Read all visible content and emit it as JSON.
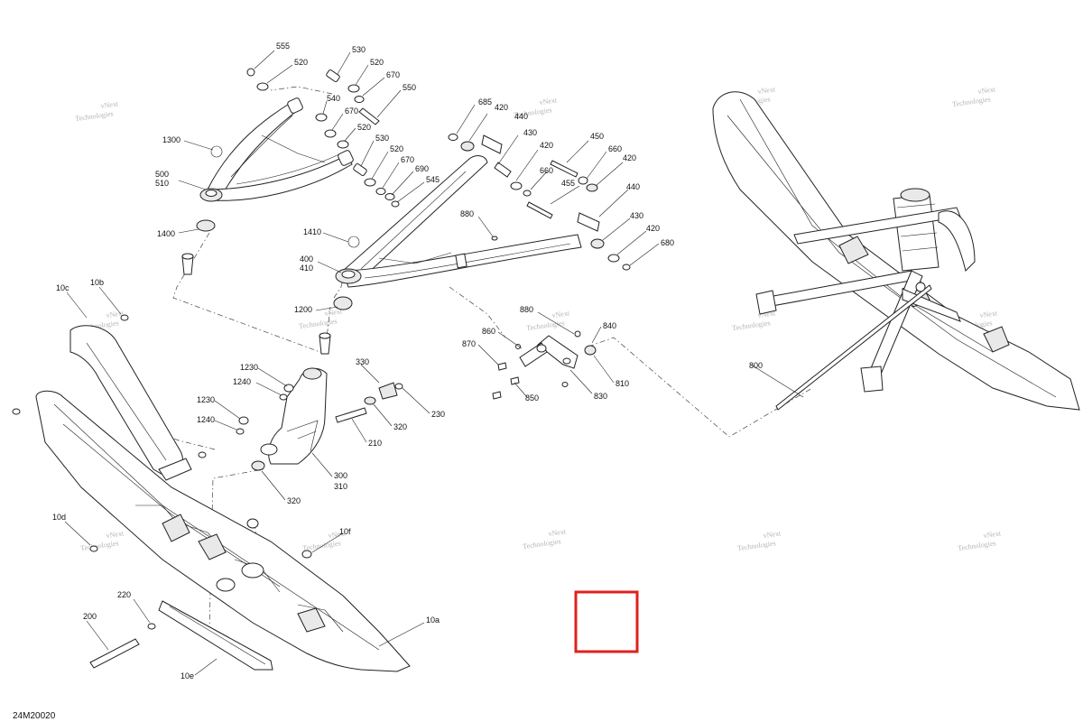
{
  "diagram": {
    "reference_code": "24M20020",
    "watermark": {
      "line1": "vNext",
      "line2": "Technologies"
    },
    "highlight_color": "#e0201c",
    "callouts": [
      {
        "id": "c555",
        "text": "555"
      },
      {
        "id": "c520a",
        "text": "520"
      },
      {
        "id": "c530a",
        "text": "530"
      },
      {
        "id": "c520b",
        "text": "520"
      },
      {
        "id": "c670a",
        "text": "670"
      },
      {
        "id": "c550",
        "text": "550"
      },
      {
        "id": "c540",
        "text": "540"
      },
      {
        "id": "c670b",
        "text": "670"
      },
      {
        "id": "c520c",
        "text": "520"
      },
      {
        "id": "c1300",
        "text": "1300"
      },
      {
        "id": "c530b",
        "text": "530"
      },
      {
        "id": "c520d",
        "text": "520"
      },
      {
        "id": "c670c",
        "text": "670"
      },
      {
        "id": "c690",
        "text": "690"
      },
      {
        "id": "c545",
        "text": "545"
      },
      {
        "id": "c500",
        "text": "500"
      },
      {
        "id": "c510",
        "text": "510"
      },
      {
        "id": "c1400",
        "text": "1400"
      },
      {
        "id": "c685",
        "text": "685"
      },
      {
        "id": "c420a",
        "text": "420"
      },
      {
        "id": "c440a",
        "text": "440"
      },
      {
        "id": "c430a",
        "text": "430"
      },
      {
        "id": "c420b",
        "text": "420"
      },
      {
        "id": "c450",
        "text": "450"
      },
      {
        "id": "c660a",
        "text": "660"
      },
      {
        "id": "c660b",
        "text": "660"
      },
      {
        "id": "c420c",
        "text": "420"
      },
      {
        "id": "c455",
        "text": "455"
      },
      {
        "id": "c440b",
        "text": "440"
      },
      {
        "id": "c880a",
        "text": "880"
      },
      {
        "id": "c430b",
        "text": "430"
      },
      {
        "id": "c420d",
        "text": "420"
      },
      {
        "id": "c680",
        "text": "680"
      },
      {
        "id": "c1410",
        "text": "1410"
      },
      {
        "id": "c400",
        "text": "400"
      },
      {
        "id": "c410",
        "text": "410"
      },
      {
        "id": "c1200",
        "text": "1200"
      },
      {
        "id": "c880b",
        "text": "880"
      },
      {
        "id": "c840",
        "text": "840"
      },
      {
        "id": "c860",
        "text": "860"
      },
      {
        "id": "c870",
        "text": "870"
      },
      {
        "id": "c810",
        "text": "810"
      },
      {
        "id": "c830",
        "text": "830"
      },
      {
        "id": "c850",
        "text": "850"
      },
      {
        "id": "c10c",
        "text": "10c"
      },
      {
        "id": "c10b",
        "text": "10b"
      },
      {
        "id": "c1230a",
        "text": "1230"
      },
      {
        "id": "c1240a",
        "text": "1240"
      },
      {
        "id": "c330",
        "text": "330"
      },
      {
        "id": "c230",
        "text": "230"
      },
      {
        "id": "c1230b",
        "text": "1230"
      },
      {
        "id": "c1240b",
        "text": "1240"
      },
      {
        "id": "c320a",
        "text": "320"
      },
      {
        "id": "c210",
        "text": "210"
      },
      {
        "id": "c300",
        "text": "300"
      },
      {
        "id": "c310",
        "text": "310"
      },
      {
        "id": "c320b",
        "text": "320"
      },
      {
        "id": "c10d",
        "text": "10d"
      },
      {
        "id": "c10f",
        "text": "10f"
      },
      {
        "id": "c220",
        "text": "220"
      },
      {
        "id": "c200",
        "text": "200"
      },
      {
        "id": "c10a",
        "text": "10a"
      },
      {
        "id": "c10e",
        "text": "10e"
      },
      {
        "id": "c800",
        "text": "800"
      }
    ]
  }
}
